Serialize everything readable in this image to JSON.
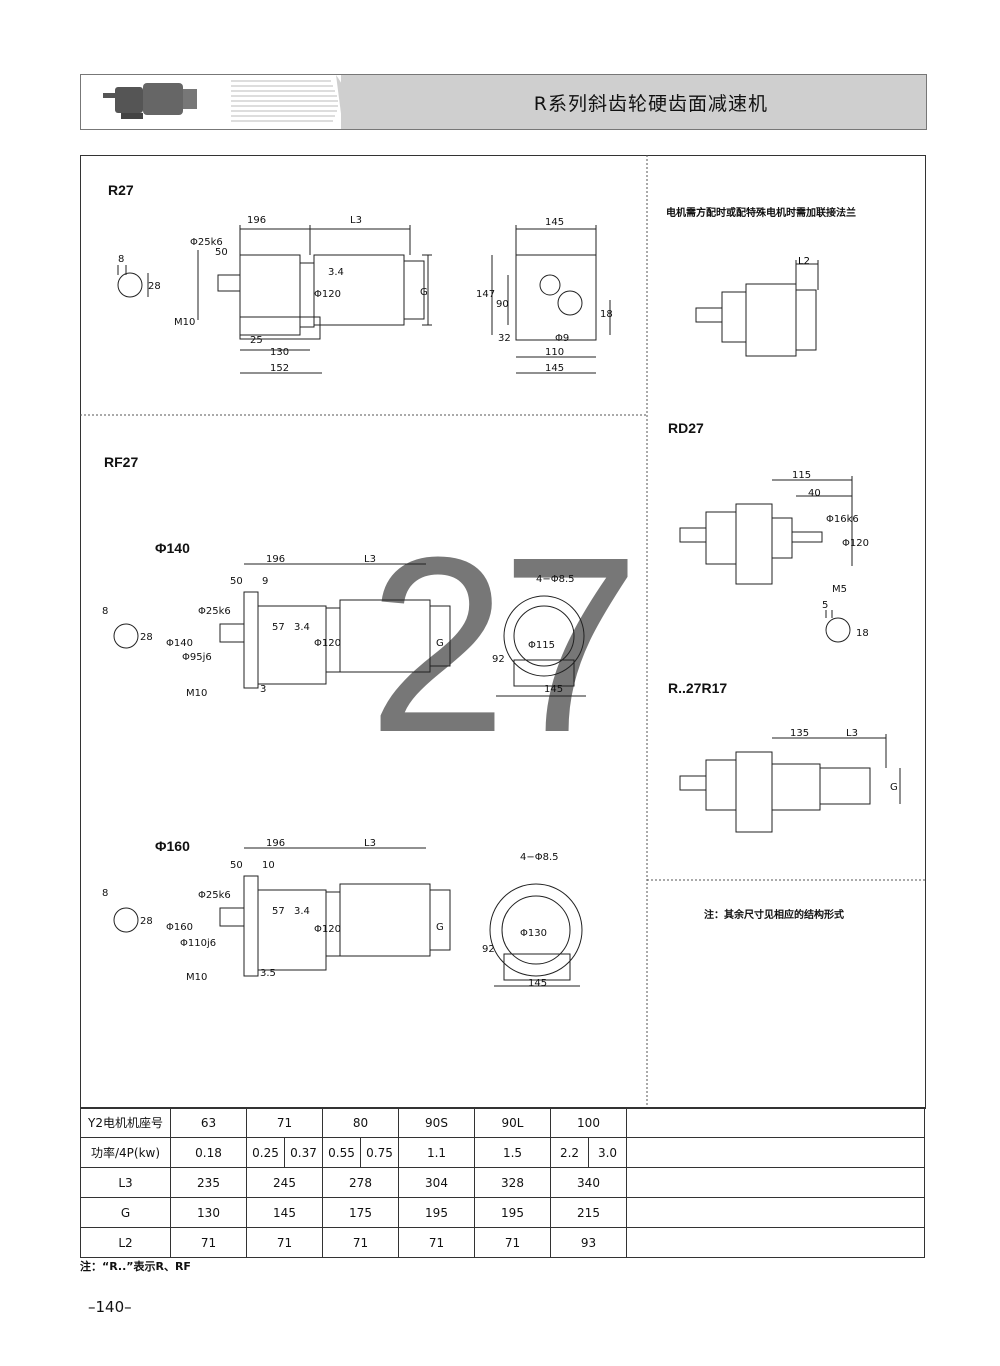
{
  "header": {
    "title": "R系列斜齿轮硬齿面减速机"
  },
  "sections": {
    "r27": {
      "label": "R27",
      "dims": {
        "d196": "196",
        "l3": "L3",
        "d50": "50",
        "d25k6": "Φ25k6",
        "d8": "8",
        "d28": "28",
        "m10": "M10",
        "d120": "Φ120",
        "d34": "3.4",
        "d25": "25",
        "d130": "130",
        "d152": "152",
        "g": "G",
        "d145top": "145",
        "d147": "147",
        "d90": "90",
        "d18": "18",
        "d32": "32",
        "d9": "Φ9",
        "d110": "110",
        "d145bot": "145"
      }
    },
    "rf27": {
      "label": "RF27",
      "phi140": {
        "label": "Φ140",
        "dims": {
          "d196": "196",
          "l3": "L3",
          "d50": "50",
          "d9": "9",
          "d8": "8",
          "d28": "28",
          "d140": "Φ140",
          "d95j6": "Φ95j6",
          "d25k6": "Φ25k6",
          "d57": "57",
          "d34": "3.4",
          "d120": "Φ120",
          "m10": "M10",
          "d3": "3",
          "g": "G",
          "holes": "4−Φ8.5",
          "d115": "Φ115",
          "d92": "92",
          "d145": "145"
        }
      },
      "phi160": {
        "label": "Φ160",
        "dims": {
          "d196": "196",
          "l3": "L3",
          "d50": "50",
          "d10": "10",
          "d8": "8",
          "d28": "28",
          "d160": "Φ160",
          "d110j6": "Φ110j6",
          "d25k6": "Φ25k6",
          "d57": "57",
          "d34": "3.4",
          "d120": "Φ120",
          "m10": "M10",
          "d35": "3.5",
          "g": "G",
          "holes": "4−Φ8.5",
          "d130": "Φ130",
          "d92": "92",
          "d145": "145"
        }
      }
    },
    "flange_note": "电机需方配时或配特殊电机时需加联接法兰",
    "flange_l2": "L2",
    "rd27": {
      "label": "RD27",
      "dims": {
        "d115": "115",
        "d40": "40",
        "d16k6": "Φ16k6",
        "d120": "Φ120",
        "m5": "M5",
        "d5": "5",
        "d18": "18"
      }
    },
    "r27r17": {
      "label": "R..27R17",
      "dims": {
        "d135": "135",
        "l3": "L3",
        "g": "G"
      }
    },
    "other_note": "注：其余尺寸见相应的结构形式"
  },
  "big_number": "27",
  "table": {
    "rows": [
      {
        "head": "Y2电机机座号",
        "cells": [
          {
            "v": "63",
            "span": 2
          },
          {
            "v": "71",
            "span": 2
          },
          {
            "v": "80",
            "span": 2
          },
          {
            "v": "90S",
            "span": 2
          },
          {
            "v": "90L",
            "span": 2
          },
          {
            "v": "100",
            "span": 2
          }
        ]
      },
      {
        "head": "功率/4P(kw)",
        "cells": [
          {
            "v": "0.18",
            "span": 2
          },
          {
            "v": "0.25",
            "span": 1
          },
          {
            "v": "0.37",
            "span": 1
          },
          {
            "v": "0.55",
            "span": 1
          },
          {
            "v": "0.75",
            "span": 1
          },
          {
            "v": "1.1",
            "span": 2
          },
          {
            "v": "1.5",
            "span": 2
          },
          {
            "v": "2.2",
            "span": 1
          },
          {
            "v": "3.0",
            "span": 1
          }
        ]
      },
      {
        "head": "L3",
        "cells": [
          {
            "v": "235",
            "span": 2
          },
          {
            "v": "245",
            "span": 2
          },
          {
            "v": "278",
            "span": 2
          },
          {
            "v": "304",
            "span": 2
          },
          {
            "v": "328",
            "span": 2
          },
          {
            "v": "340",
            "span": 2
          }
        ]
      },
      {
        "head": "G",
        "cells": [
          {
            "v": "130",
            "span": 2
          },
          {
            "v": "145",
            "span": 2
          },
          {
            "v": "175",
            "span": 2
          },
          {
            "v": "195",
            "span": 2
          },
          {
            "v": "195",
            "span": 2
          },
          {
            "v": "215",
            "span": 2
          }
        ]
      },
      {
        "head": "L2",
        "cells": [
          {
            "v": "71",
            "span": 2
          },
          {
            "v": "71",
            "span": 2
          },
          {
            "v": "71",
            "span": 2
          },
          {
            "v": "71",
            "span": 2
          },
          {
            "v": "71",
            "span": 2
          },
          {
            "v": "93",
            "span": 2
          }
        ]
      }
    ]
  },
  "footnote": "注：“R..”表示R、RF",
  "page_number": "–140–"
}
